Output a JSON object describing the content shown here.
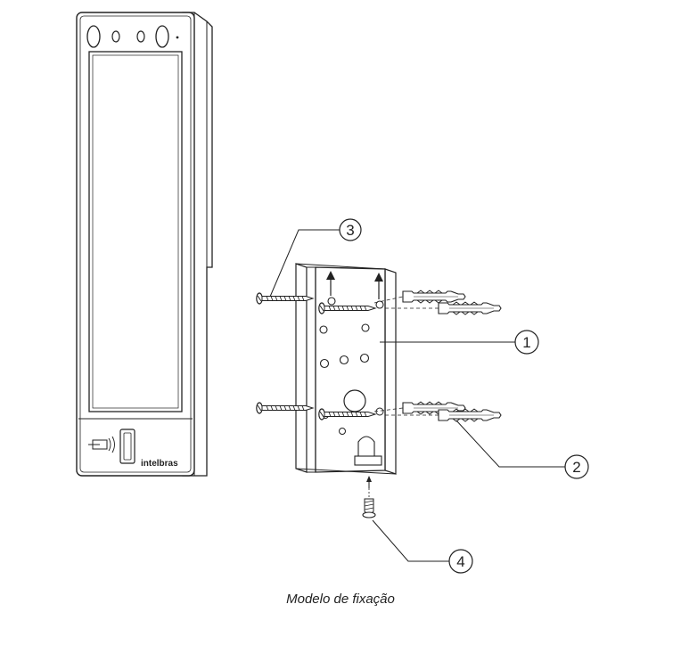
{
  "device": {
    "brand": "intelbras"
  },
  "callouts": [
    {
      "id": "1"
    },
    {
      "id": "2"
    },
    {
      "id": "3"
    },
    {
      "id": "4"
    }
  ],
  "caption": "Modelo de fixação"
}
